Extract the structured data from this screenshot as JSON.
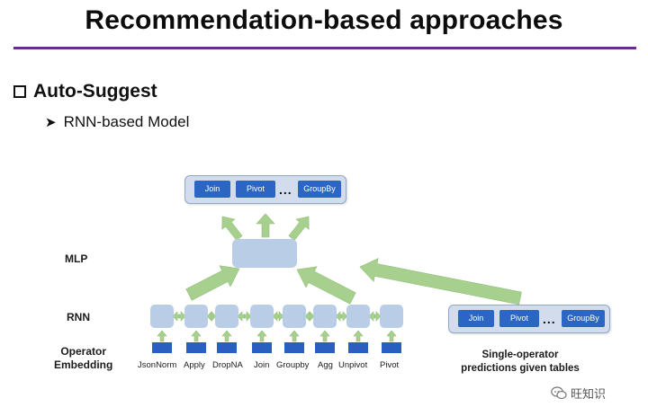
{
  "slide": {
    "title": "Recommendation-based approaches",
    "bullet": "Auto-Suggest",
    "sub_bullet": "RNN-based Model"
  },
  "diagram": {
    "row_labels": {
      "mlp": "MLP",
      "rnn": "RNN",
      "embedding": [
        "Operator",
        "Embedding"
      ]
    },
    "output_ops": [
      "Join",
      "Pivot",
      "GroupBy"
    ],
    "table_ops": [
      "Join",
      "Pivot",
      "GroupBy"
    ],
    "ellipsis": "...",
    "sequence_ops": [
      "JsonNorm",
      "Apply",
      "DropNA",
      "Join",
      "Groupby",
      "Agg",
      "Unpivot",
      "Pivot"
    ],
    "caption": [
      "Single-operator",
      "predictions given tables"
    ]
  },
  "watermark": {
    "text": "旺知识"
  },
  "colors": {
    "accent_rule": "#6a2c8e",
    "operator_blue": "#2b66c5",
    "cell_fill": "#b9cee6",
    "panel_fill": "#d2dcec",
    "arrow_green": "#a7d08f"
  }
}
